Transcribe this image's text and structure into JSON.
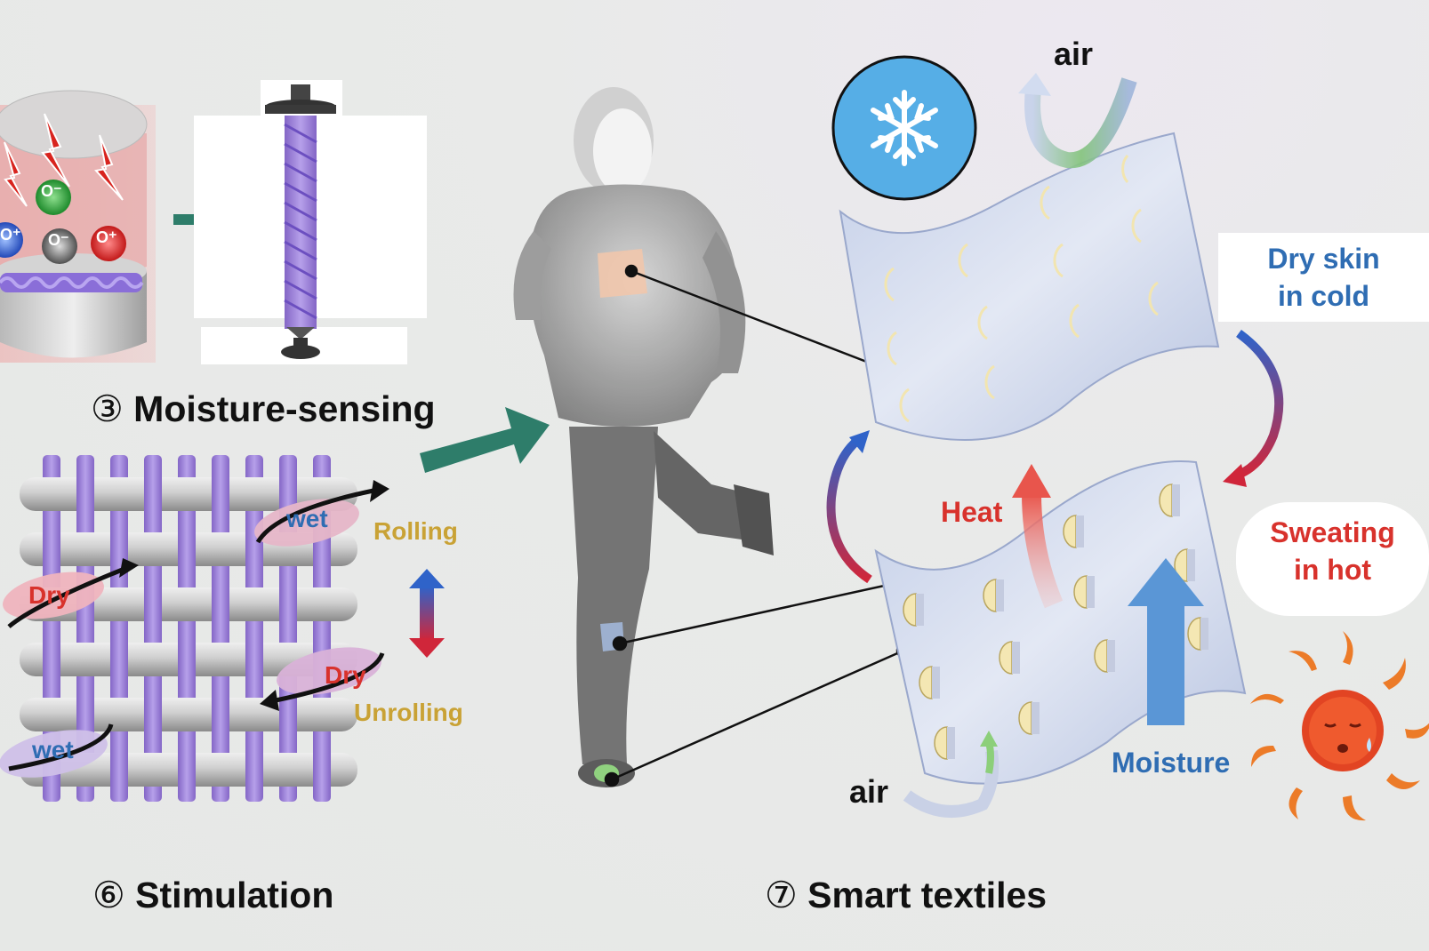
{
  "captions": {
    "moisture_sensing": {
      "num": "③",
      "text": "Moisture-sensing"
    },
    "stimulation": {
      "num": "⑥",
      "text": "Stimulation"
    },
    "smart_textiles": {
      "num": "⑦",
      "text": "Smart textiles"
    }
  },
  "sensing": {
    "ions": [
      "O⁻",
      "O⁺",
      "O⁻",
      "O⁺"
    ]
  },
  "weave": {
    "wet_top": "wet",
    "dry_left": "Dry",
    "dry_right": "Dry",
    "wet_bottom": "wet",
    "rolling": "Rolling",
    "unrolling": "Unrolling"
  },
  "textile": {
    "air_top": "air",
    "air_bottom": "air",
    "dry_skin": "Dry skin\nin cold",
    "sweating": "Sweating\nin hot",
    "heat": "Heat",
    "moisture": "Moisture"
  },
  "icons": [
    "lightning-icon",
    "snowflake-icon",
    "sun-icon",
    "arrow-icon",
    "runner-figure"
  ],
  "colors": {
    "teal_arrow": "#2e7d6a",
    "blue_text": "#2f6db3",
    "red_text": "#d8322c",
    "gold_text": "#c9a235",
    "fiber_purple": "#9b7fd4",
    "snow_blue": "#56aee6"
  }
}
